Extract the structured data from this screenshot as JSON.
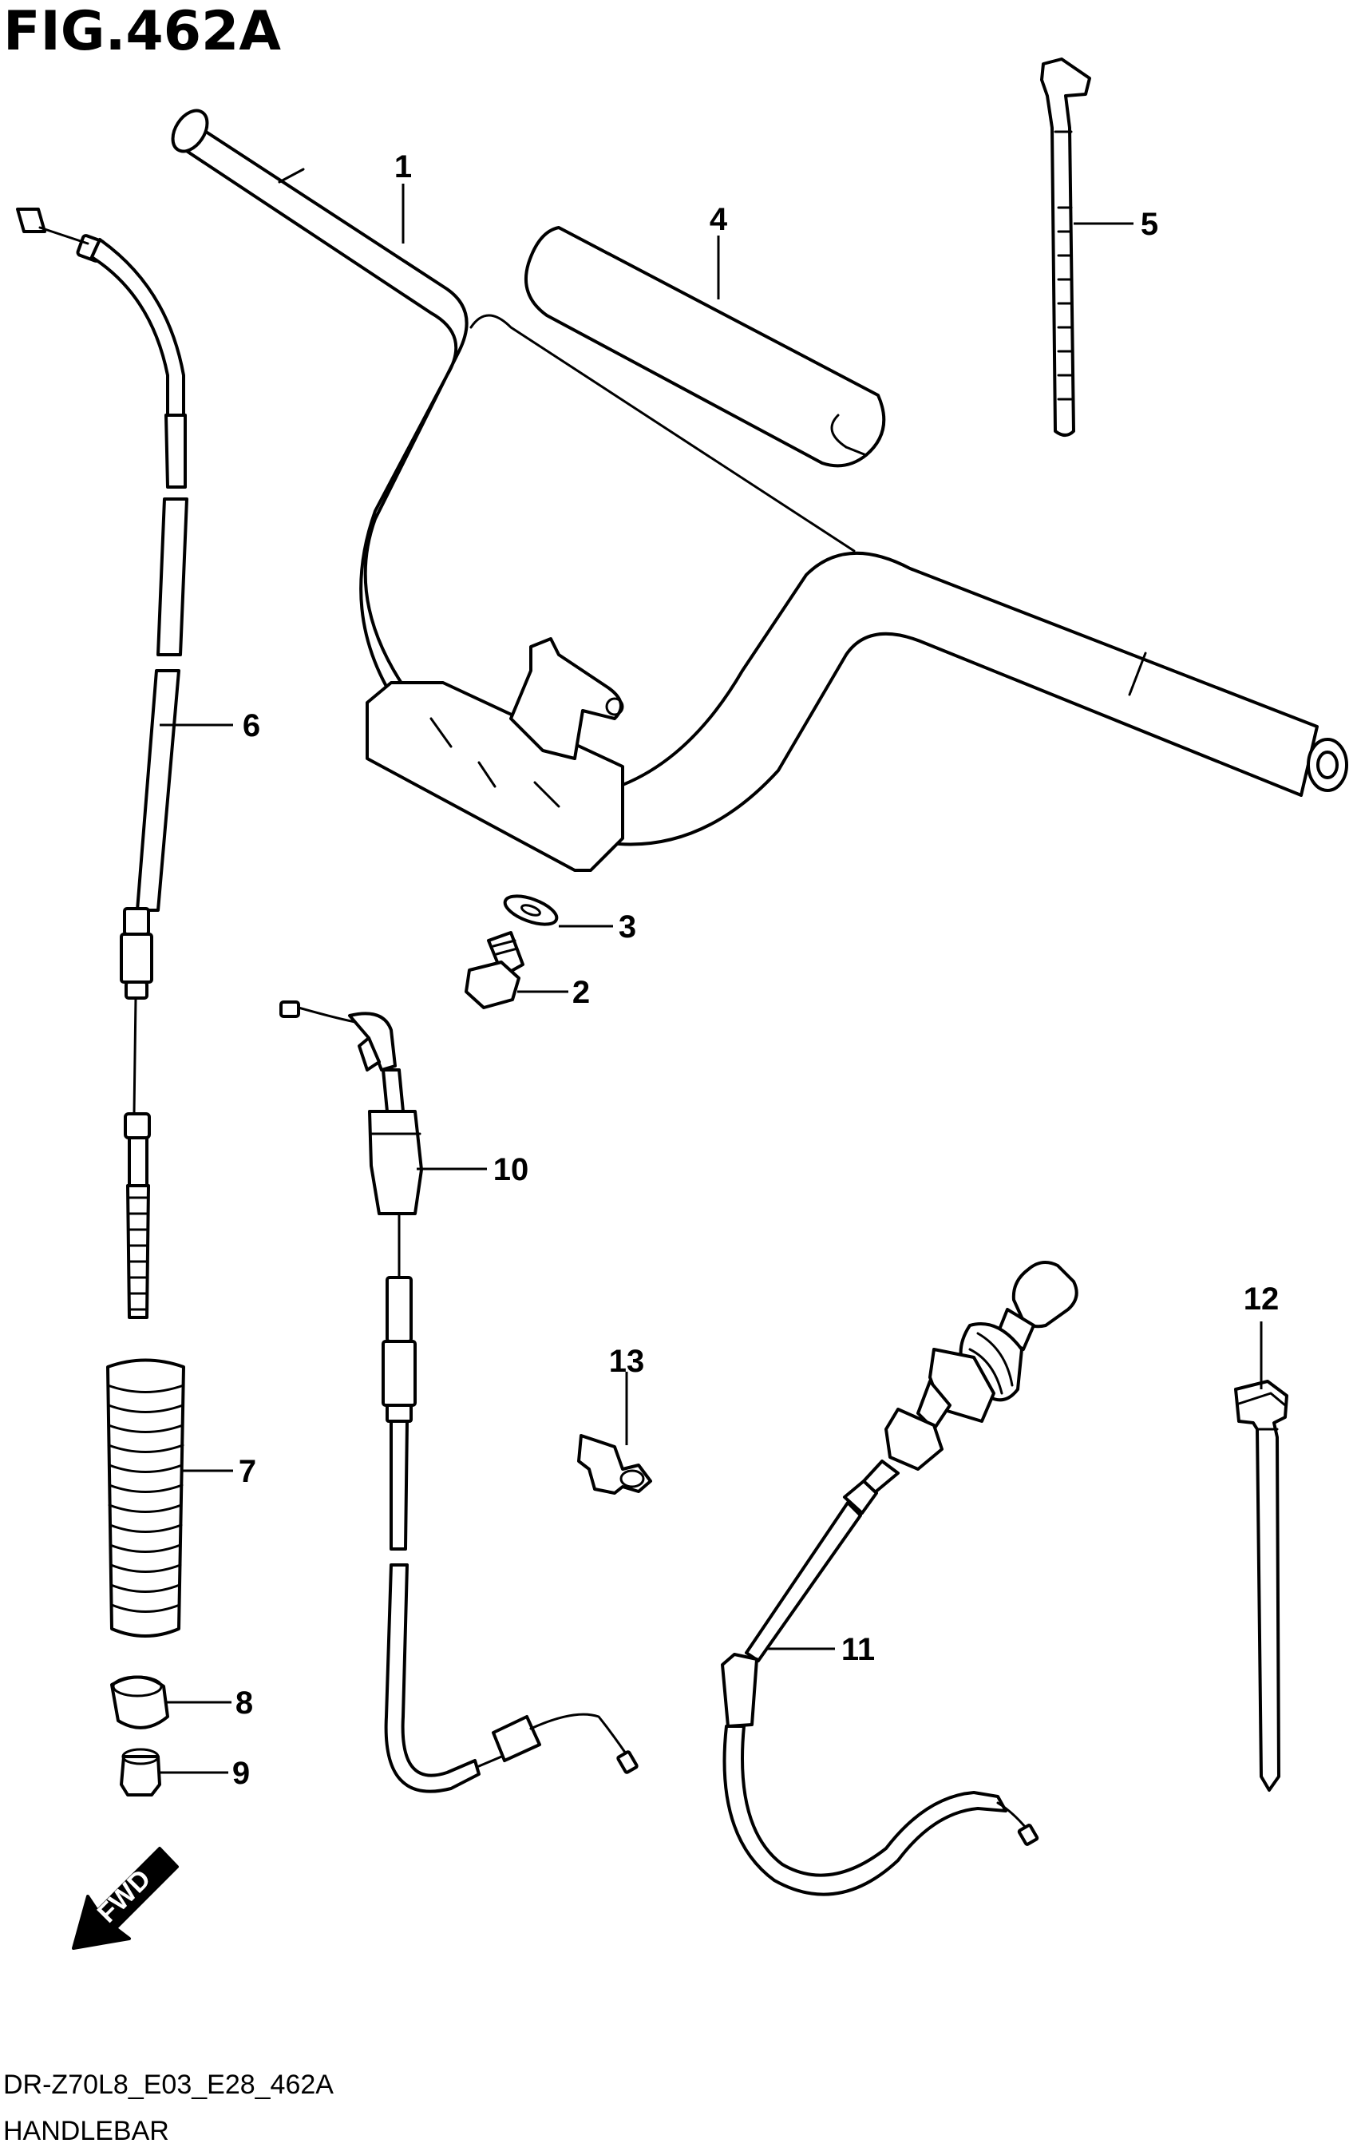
{
  "figure": {
    "title": "FIG.462A",
    "code": "DR-Z70L8_E03_E28_462A",
    "name": "HANDLEBAR",
    "direction_label": "FWD"
  },
  "callouts": [
    {
      "id": "1",
      "label": "1"
    },
    {
      "id": "2",
      "label": "2"
    },
    {
      "id": "3",
      "label": "3"
    },
    {
      "id": "4",
      "label": "4"
    },
    {
      "id": "5",
      "label": "5"
    },
    {
      "id": "6",
      "label": "6"
    },
    {
      "id": "7",
      "label": "7"
    },
    {
      "id": "8",
      "label": "8"
    },
    {
      "id": "9",
      "label": "9"
    },
    {
      "id": "10",
      "label": "10"
    },
    {
      "id": "11",
      "label": "11"
    },
    {
      "id": "12",
      "label": "12"
    },
    {
      "id": "13",
      "label": "13"
    }
  ],
  "colors": {
    "line": "#000000",
    "background": "#ffffff"
  }
}
